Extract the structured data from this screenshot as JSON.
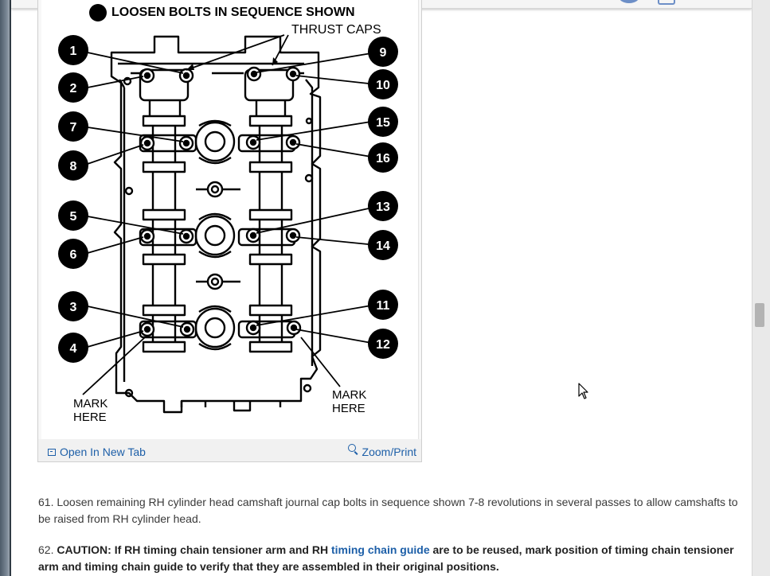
{
  "diagram": {
    "title": "LOOSEN BOLTS IN SEQUENCE SHOWN",
    "thrust_caps_label": "THRUST CAPS",
    "mark_here_left": [
      "MARK",
      "HERE"
    ],
    "mark_here_right": [
      "MARK",
      "HERE"
    ],
    "callouts": [
      "1",
      "2",
      "3",
      "4",
      "5",
      "6",
      "7",
      "8",
      "9",
      "10",
      "11",
      "12",
      "13",
      "14",
      "15",
      "16"
    ]
  },
  "figure_toolbar": {
    "open_new_tab": "Open In New Tab",
    "zoom_print": "Zoom/Print"
  },
  "steps": {
    "s61_number": "61.",
    "s61_text": "Loosen remaining RH cylinder head camshaft journal cap bolts in sequence shown 7-8 revolutions in several passes to allow camshafts to be raised from RH cylinder head.",
    "s62_number": "62.",
    "s62_caution": "CAUTION:",
    "s62_text_a": "If RH timing chain tensioner arm and RH",
    "s62_link": "timing chain guide",
    "s62_text_b": "are to be reused, mark position of timing chain tensioner arm and timing chain guide to verify that they are assembled in their original positions."
  },
  "colors": {
    "link": "#1d5fa8",
    "text": "#3a3a3a",
    "accent": "#6d8fc7"
  }
}
